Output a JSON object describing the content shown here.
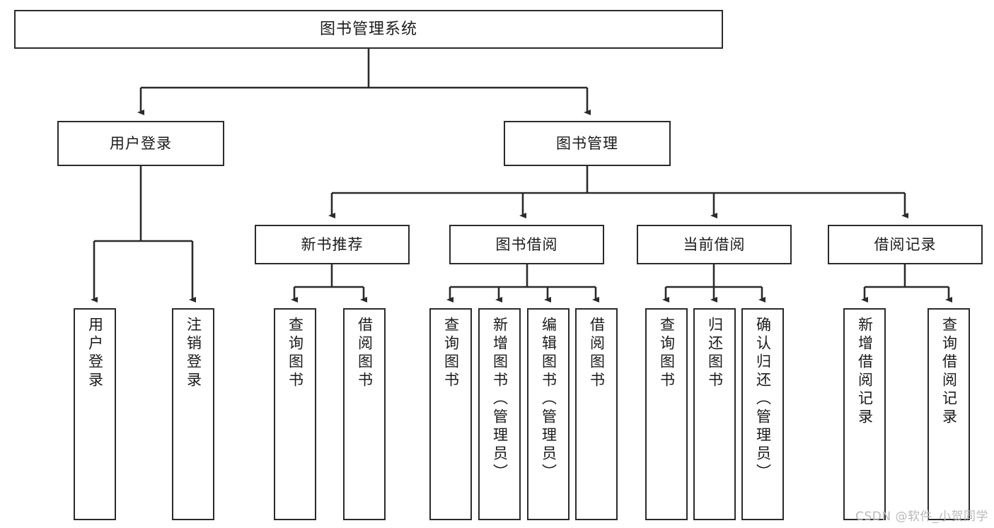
{
  "diagram": {
    "type": "tree-hierarchy-chart",
    "title": "图书管理系统",
    "root": {
      "label": "图书管理系统"
    },
    "level2": [
      {
        "label": "用户登录"
      },
      {
        "label": "图书管理"
      }
    ],
    "level3": [
      {
        "label": "新书推荐"
      },
      {
        "label": "图书借阅"
      },
      {
        "label": "当前借阅"
      },
      {
        "label": "借阅记录"
      }
    ],
    "leaves": [
      {
        "label": "用户登录",
        "parent": "用户登录"
      },
      {
        "label": "注销登录",
        "parent": "用户登录"
      },
      {
        "label": "查询图书",
        "parent": "新书推荐"
      },
      {
        "label": "借阅图书",
        "parent": "新书推荐"
      },
      {
        "label": "查询图书",
        "parent": "图书借阅"
      },
      {
        "label": "新增图书（管理员）",
        "parent": "图书借阅"
      },
      {
        "label": "编辑图书（管理员）",
        "parent": "图书借阅"
      },
      {
        "label": "借阅图书",
        "parent": "图书借阅"
      },
      {
        "label": "查询图书",
        "parent": "当前借阅"
      },
      {
        "label": "归还图书",
        "parent": "当前借阅"
      },
      {
        "label": "确认归还（管理员）",
        "parent": "当前借阅"
      },
      {
        "label": "新增借阅记录",
        "parent": "借阅记录"
      },
      {
        "label": "查询借阅记录",
        "parent": "借阅记录"
      }
    ],
    "watermark": "CSDN @软件_小贺同学",
    "colors": {
      "stroke": "#2b2b2b",
      "background": "#ffffff",
      "text": "#1b1b1b",
      "watermark": "#b9b9b9"
    }
  }
}
